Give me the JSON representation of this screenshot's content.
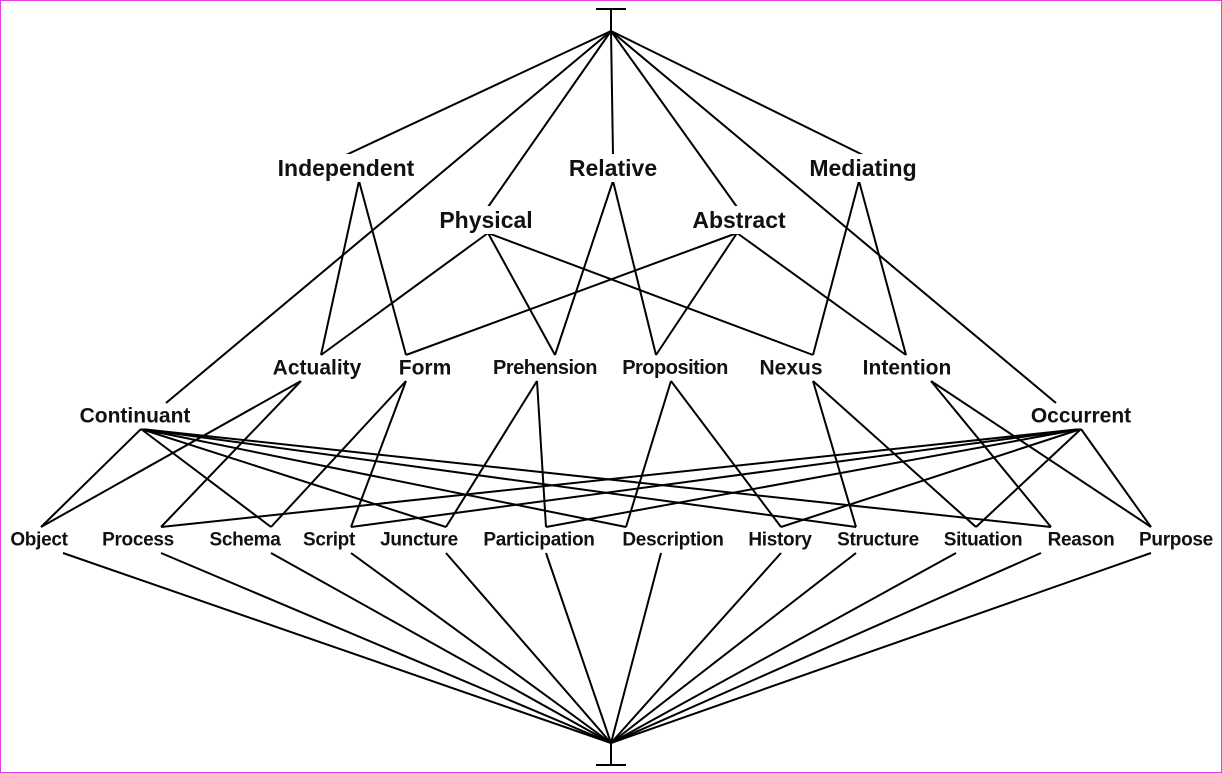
{
  "nodes": {
    "top": "",
    "bottom": "",
    "independent": "Independent",
    "relative": "Relative",
    "mediating": "Mediating",
    "physical": "Physical",
    "abstract": "Abstract",
    "actuality": "Actuality",
    "form": "Form",
    "prehension": "Prehension",
    "proposition": "Proposition",
    "nexus": "Nexus",
    "intention": "Intention",
    "continuant": "Continuant",
    "occurrent": "Occurrent",
    "object": "Object",
    "process": "Process",
    "schema": "Schema",
    "script": "Script",
    "juncture": "Juncture",
    "participation": "Participation",
    "description": "Description",
    "history": "History",
    "structure": "Structure",
    "situation": "Situation",
    "reason": "Reason",
    "purpose": "Purpose"
  },
  "edges": [
    [
      "top",
      "independent"
    ],
    [
      "top",
      "relative"
    ],
    [
      "top",
      "mediating"
    ],
    [
      "top",
      "physical"
    ],
    [
      "top",
      "abstract"
    ],
    [
      "top",
      "continuant"
    ],
    [
      "top",
      "occurrent"
    ],
    [
      "independent",
      "actuality"
    ],
    [
      "independent",
      "form"
    ],
    [
      "relative",
      "prehension"
    ],
    [
      "relative",
      "proposition"
    ],
    [
      "mediating",
      "nexus"
    ],
    [
      "mediating",
      "intention"
    ],
    [
      "physical",
      "actuality"
    ],
    [
      "physical",
      "prehension"
    ],
    [
      "physical",
      "nexus"
    ],
    [
      "abstract",
      "form"
    ],
    [
      "abstract",
      "proposition"
    ],
    [
      "abstract",
      "intention"
    ],
    [
      "actuality",
      "object"
    ],
    [
      "actuality",
      "process"
    ],
    [
      "form",
      "schema"
    ],
    [
      "form",
      "script"
    ],
    [
      "prehension",
      "juncture"
    ],
    [
      "prehension",
      "participation"
    ],
    [
      "proposition",
      "description"
    ],
    [
      "proposition",
      "history"
    ],
    [
      "nexus",
      "structure"
    ],
    [
      "nexus",
      "situation"
    ],
    [
      "intention",
      "reason"
    ],
    [
      "intention",
      "purpose"
    ],
    [
      "continuant",
      "object"
    ],
    [
      "continuant",
      "schema"
    ],
    [
      "continuant",
      "juncture"
    ],
    [
      "continuant",
      "description"
    ],
    [
      "continuant",
      "structure"
    ],
    [
      "continuant",
      "reason"
    ],
    [
      "occurrent",
      "process"
    ],
    [
      "occurrent",
      "script"
    ],
    [
      "occurrent",
      "participation"
    ],
    [
      "occurrent",
      "history"
    ],
    [
      "occurrent",
      "situation"
    ],
    [
      "occurrent",
      "purpose"
    ],
    [
      "object",
      "bottom"
    ],
    [
      "process",
      "bottom"
    ],
    [
      "schema",
      "bottom"
    ],
    [
      "script",
      "bottom"
    ],
    [
      "juncture",
      "bottom"
    ],
    [
      "participation",
      "bottom"
    ],
    [
      "description",
      "bottom"
    ],
    [
      "history",
      "bottom"
    ],
    [
      "structure",
      "bottom"
    ],
    [
      "situation",
      "bottom"
    ],
    [
      "reason",
      "bottom"
    ],
    [
      "purpose",
      "bottom"
    ]
  ]
}
